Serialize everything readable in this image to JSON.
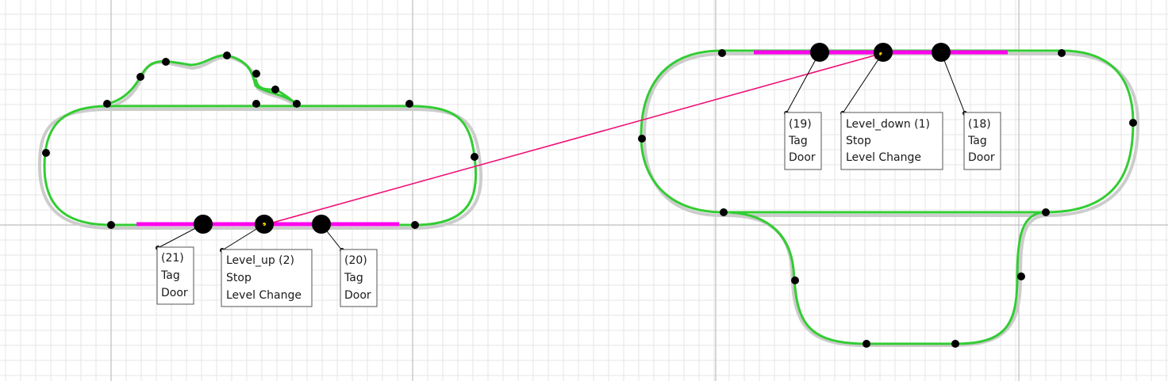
{
  "colors": {
    "background": "#ffffff",
    "grid_minor": "#e6e6e6",
    "grid_major": "#bdbdbd",
    "track": "#33cc33",
    "track_shadow": "#cccccc",
    "station_segment": "#ff00ee",
    "link_arrow": "#ee1177",
    "node": "#000000",
    "label_border": "#555555"
  },
  "labels": {
    "l21": {
      "id": "(21)",
      "line2": "Tag",
      "line3": "Door"
    },
    "l_up": {
      "id": "Level_up (2)",
      "line2": "Stop",
      "line3": "Level Change"
    },
    "l20": {
      "id": "(20)",
      "line2": "Tag",
      "line3": "Door"
    },
    "l19": {
      "id": "(19)",
      "line2": "Tag",
      "line3": "Door"
    },
    "l_down": {
      "id": "Level_down (1)",
      "line2": "Stop",
      "line3": "Level Change"
    },
    "l18": {
      "id": "(18)",
      "line2": "Tag",
      "line3": "Door"
    }
  },
  "link": {
    "from": "Level_up (2)",
    "to": "Level_down (1)",
    "arrowheads": "both"
  }
}
